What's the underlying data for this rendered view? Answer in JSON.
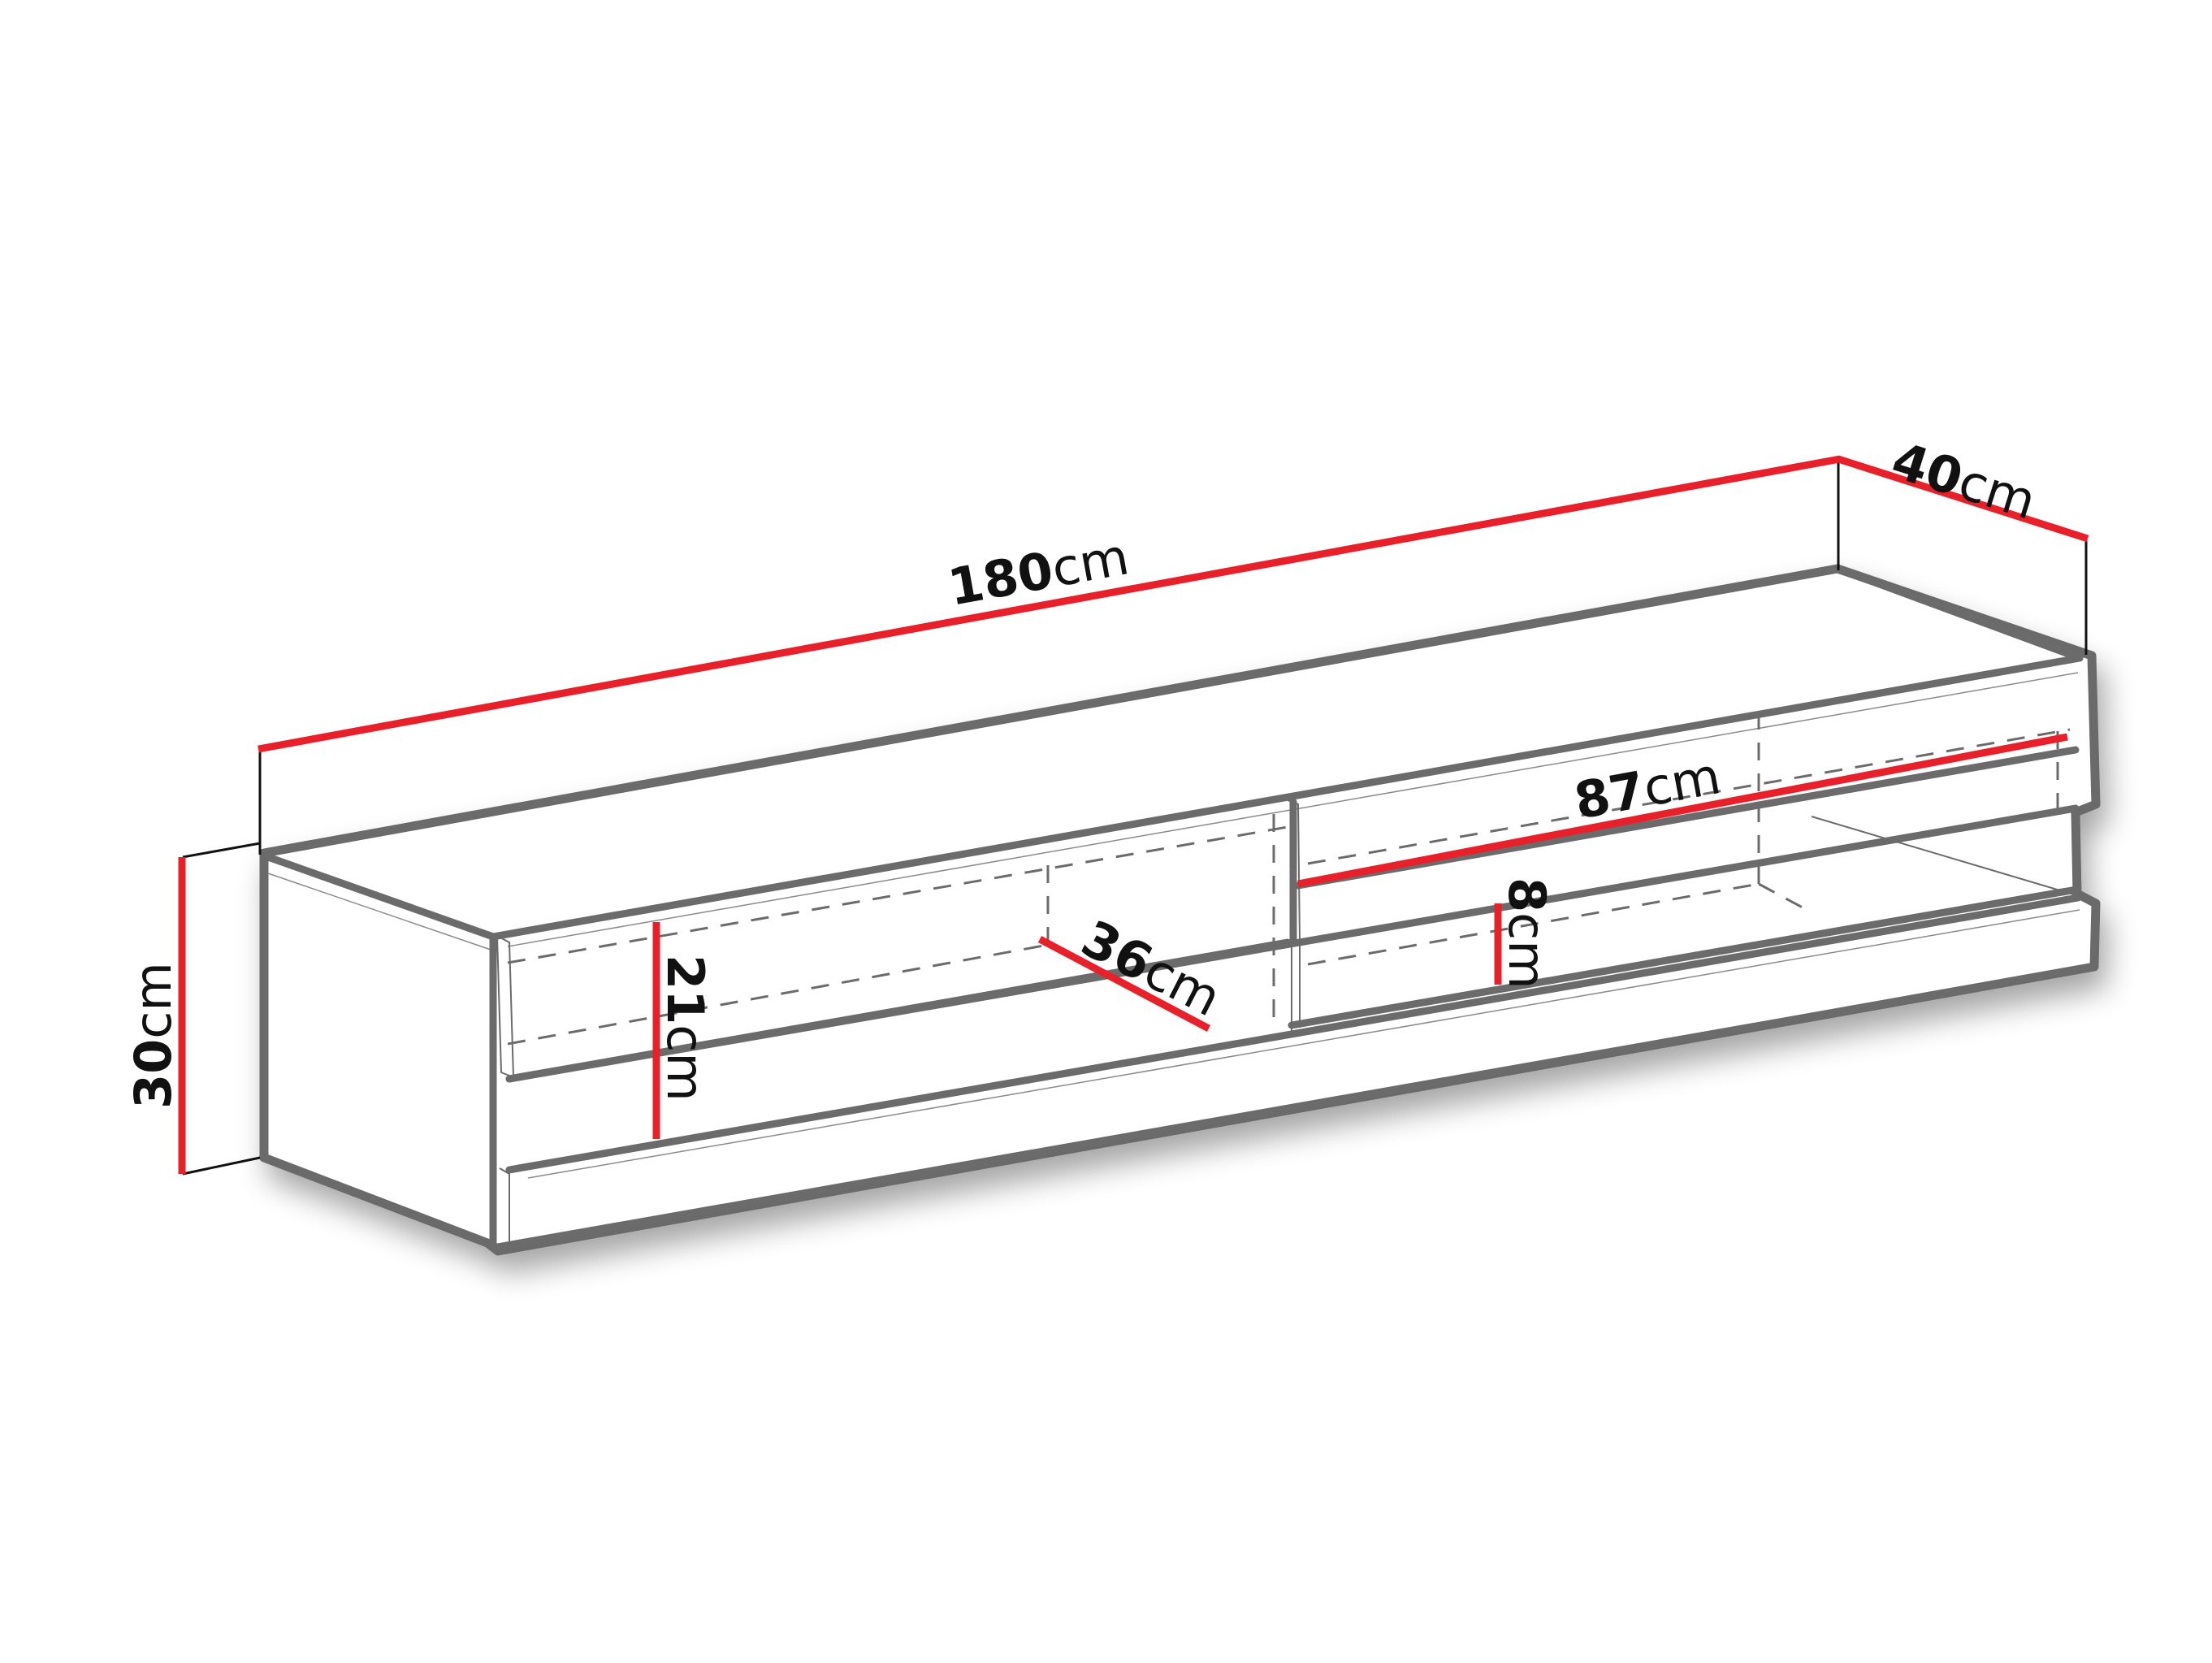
{
  "diagram": {
    "subject": "Wall-mounted TV cabinet with two drop-down flaps and open shelf",
    "colors": {
      "dimension_line": "#e8202a",
      "outline": "#6b6b6b",
      "extension_line": "#111111",
      "background": "#ffffff"
    },
    "dimensions": {
      "width": {
        "value": "180",
        "unit": "cm"
      },
      "depth": {
        "value": "40",
        "unit": "cm"
      },
      "height": {
        "value": "30",
        "unit": "cm"
      },
      "flap_width": {
        "value": "87",
        "unit": "cm"
      },
      "inner_depth": {
        "value": "36",
        "unit": "cm"
      },
      "flap_height": {
        "value": "21",
        "unit": "cm"
      },
      "shelf_height": {
        "value": "8",
        "unit": "cm"
      }
    }
  }
}
